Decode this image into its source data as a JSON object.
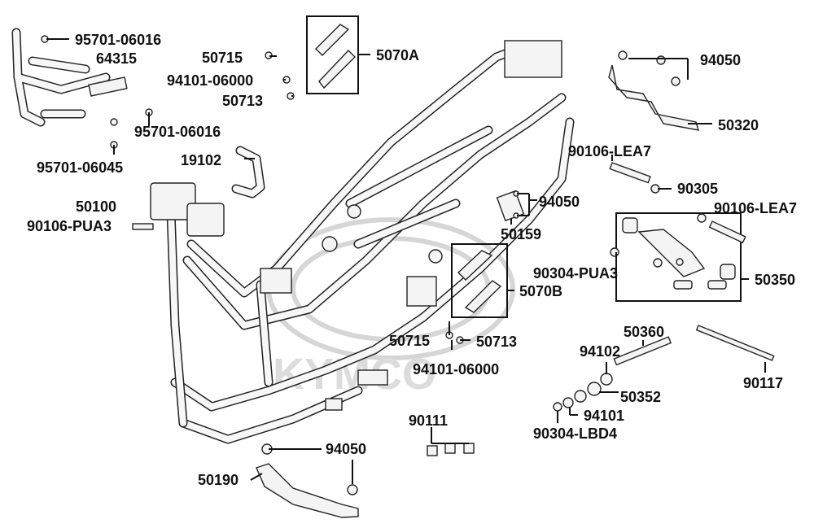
{
  "watermark": "KYMCO",
  "labels": {
    "p95701_06016_a": "95701-06016",
    "p64315": "64315",
    "p50715_a": "50715",
    "p94101_06000_a": "94101-06000",
    "p50713_a": "50713",
    "p5070A": "5070A",
    "p94050_a": "94050",
    "p50320": "50320",
    "p95701_06016_b": "95701-06016",
    "p95701_06045": "95701-06045",
    "p19102": "19102",
    "p90106_LEA7_a": "90106-LEA7",
    "p90305": "90305",
    "p94050_b": "94050",
    "p90106_LEA7_b": "90106-LEA7",
    "p50100": "50100",
    "p90106_PUA3": "90106-PUA3",
    "p50159": "50159",
    "p90304_PUA3": "90304-PUA3",
    "p50350": "50350",
    "p5070B": "5070B",
    "p50715_b": "50715",
    "p50713_b": "50713",
    "p94101_06000_b": "94101-06000",
    "p50360": "50360",
    "p94102": "94102",
    "p90117": "90117",
    "p50352": "50352",
    "p94101": "94101",
    "p90111": "90111",
    "p90304_LBD4": "90304-LBD4",
    "p94050_c": "94050",
    "p50190": "50190"
  }
}
